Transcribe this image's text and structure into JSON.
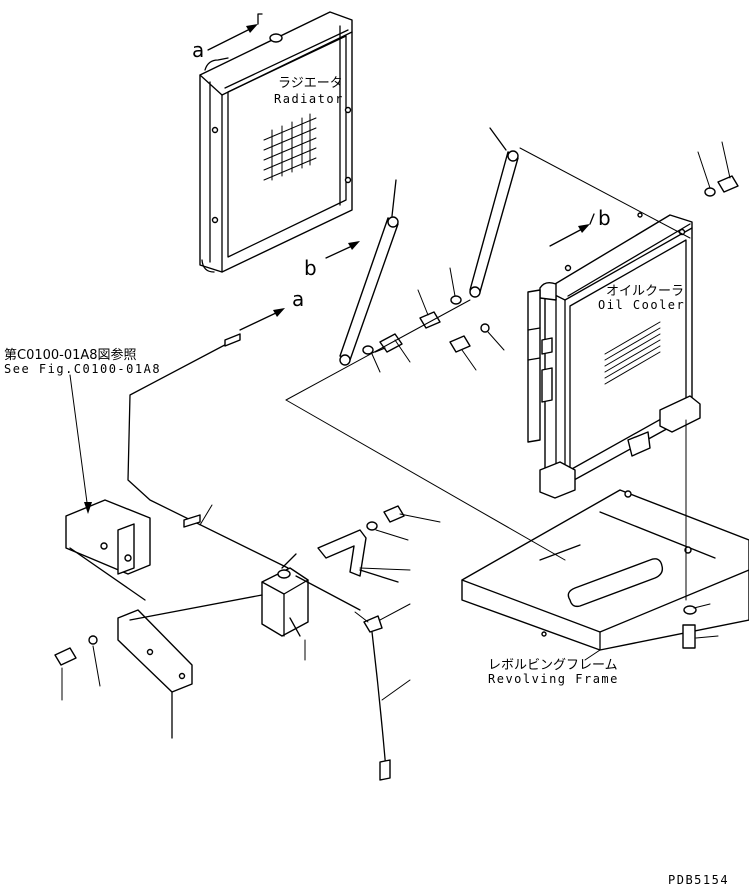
{
  "labels": {
    "radiator_jp": "ラジエータ",
    "radiator_en": "Radiator",
    "oil_cooler_jp": "オイルクーラ",
    "oil_cooler_en": "Oil Cooler",
    "frame_jp": "レボルビングフレーム",
    "frame_en": "Revolving Frame",
    "ref_jp": "第C0100-01A8図参照",
    "ref_en": "See Fig.C0100-01A8",
    "letter_a": "a",
    "letter_b": "b",
    "drawing_no": "PDB5154"
  }
}
